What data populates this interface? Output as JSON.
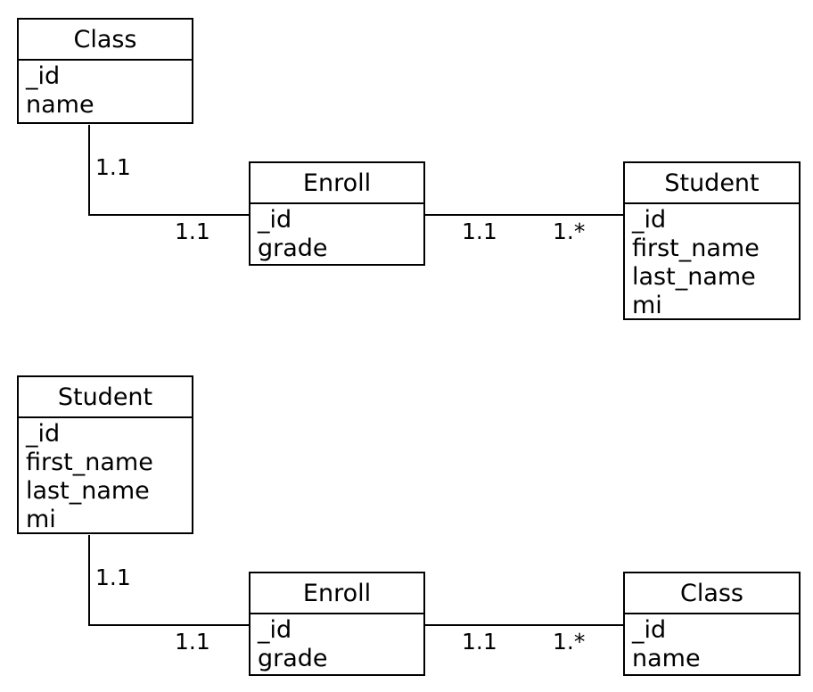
{
  "diagrams": [
    {
      "left_entity": {
        "name": "Class",
        "attributes": [
          "_id",
          "name"
        ]
      },
      "middle_entity": {
        "name": "Enroll",
        "attributes": [
          "_id",
          "grade"
        ]
      },
      "right_entity": {
        "name": "Student",
        "attributes": [
          "_id",
          "first_name",
          "last_name",
          "mi"
        ]
      },
      "left_link": {
        "left_cardinality": "1.1",
        "middle_cardinality": "1.1"
      },
      "right_link": {
        "middle_cardinality": "1.1",
        "right_cardinality": "1.*"
      }
    },
    {
      "left_entity": {
        "name": "Student",
        "attributes": [
          "_id",
          "first_name",
          "last_name",
          "mi"
        ]
      },
      "middle_entity": {
        "name": "Enroll",
        "attributes": [
          "_id",
          "grade"
        ]
      },
      "right_entity": {
        "name": "Class",
        "attributes": [
          "_id",
          "name"
        ]
      },
      "left_link": {
        "left_cardinality": "1.1",
        "middle_cardinality": "1.1"
      },
      "right_link": {
        "middle_cardinality": "1.1",
        "right_cardinality": "1.*"
      }
    }
  ]
}
